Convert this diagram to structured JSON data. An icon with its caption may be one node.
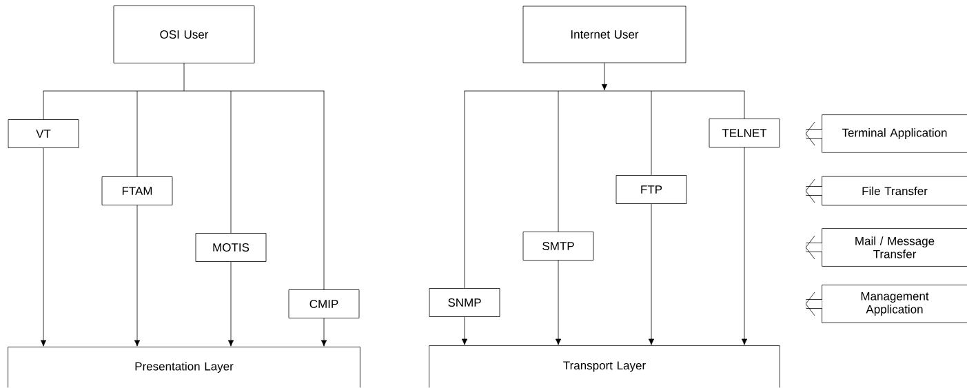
{
  "diagram": {
    "nodes": [
      {
        "text": [
          "OSI User"
        ]
      },
      {
        "text": [],
        "shape": "bar"
      },
      {
        "text": [
          "VT"
        ]
      },
      {
        "text": [
          "FTAM"
        ]
      },
      {
        "text": [
          "MOTIS"
        ]
      },
      {
        "text": [
          "CMIP"
        ]
      },
      {
        "text": [
          "Presentation Layer"
        ]
      },
      {
        "text": [
          "Internet User"
        ]
      },
      {
        "text": [],
        "shape": "bar"
      },
      {
        "text": [
          "SNMP"
        ]
      },
      {
        "text": [
          "SMTP"
        ]
      },
      {
        "text": [
          "FTP"
        ]
      },
      {
        "text": [
          "TELNET"
        ]
      },
      {
        "text": [
          "Terminal Application"
        ]
      },
      {
        "text": [
          "File Transfer"
        ]
      },
      {
        "text": [
          "Mail / Message Transfer"
        ]
      },
      {
        "text": [
          "Management Application"
        ]
      },
      {
        "text": [
          "Transport Layer"
        ]
      }
    ],
    "edges": [
      {
        "from": 0,
        "to": 1,
        "arrow": "none"
      },
      {
        "from": 1,
        "to": 2,
        "arrow": "none"
      },
      {
        "from": 1,
        "to": 3,
        "arrow": "none"
      },
      {
        "from": 1,
        "to": 4,
        "arrow": "none"
      },
      {
        "from": 1,
        "to": 5,
        "arrow": "none"
      },
      {
        "from": 2,
        "to": 6,
        "arrow": "to"
      },
      {
        "from": 3,
        "to": 6,
        "arrow": "to"
      },
      {
        "from": 4,
        "to": 6,
        "arrow": "to"
      },
      {
        "from": 5,
        "to": 6,
        "arrow": "to"
      },
      {
        "from": 7,
        "to": 8,
        "arrow": "to"
      },
      {
        "from": 8,
        "to": 9,
        "arrow": "none"
      },
      {
        "from": 8,
        "to": 10,
        "arrow": "none"
      },
      {
        "from": 8,
        "to": 11,
        "arrow": "none"
      },
      {
        "from": 8,
        "to": 12,
        "arrow": "none"
      },
      {
        "from": 9,
        "to": 17,
        "arrow": "to"
      },
      {
        "from": 10,
        "to": 17,
        "arrow": "to"
      },
      {
        "from": 11,
        "to": 17,
        "arrow": "to"
      },
      {
        "from": 12,
        "to": 17,
        "arrow": "to"
      },
      {
        "from": 13,
        "to": null,
        "arrow": "to"
      },
      {
        "from": 14,
        "to": null,
        "arrow": "to"
      },
      {
        "from": 15,
        "to": null,
        "arrow": "to"
      },
      {
        "from": 16,
        "to": null,
        "arrow": "to"
      }
    ]
  }
}
